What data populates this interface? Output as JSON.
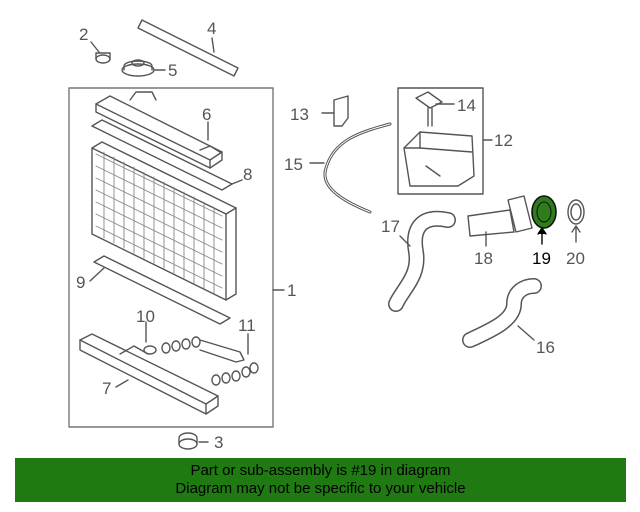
{
  "diagram": {
    "callouts": [
      {
        "id": "1",
        "label": "1"
      },
      {
        "id": "2",
        "label": "2"
      },
      {
        "id": "3",
        "label": "3"
      },
      {
        "id": "4",
        "label": "4"
      },
      {
        "id": "5",
        "label": "5"
      },
      {
        "id": "6",
        "label": "6"
      },
      {
        "id": "7",
        "label": "7"
      },
      {
        "id": "8",
        "label": "8"
      },
      {
        "id": "9",
        "label": "9"
      },
      {
        "id": "10",
        "label": "10"
      },
      {
        "id": "11",
        "label": "11"
      },
      {
        "id": "12",
        "label": "12"
      },
      {
        "id": "13",
        "label": "13"
      },
      {
        "id": "14",
        "label": "14"
      },
      {
        "id": "15",
        "label": "15"
      },
      {
        "id": "16",
        "label": "16"
      },
      {
        "id": "17",
        "label": "17"
      },
      {
        "id": "18",
        "label": "18"
      },
      {
        "id": "19",
        "label": "19"
      },
      {
        "id": "20",
        "label": "20"
      }
    ],
    "highlighted_part": "19",
    "colors": {
      "line": "#555555",
      "highlight_fill": "#2e7d1a",
      "banner": "#1f7a12"
    }
  },
  "banner": {
    "line1": "Part or sub-assembly is #19 in diagram",
    "line2": "Diagram may not be specific to your vehicle"
  }
}
